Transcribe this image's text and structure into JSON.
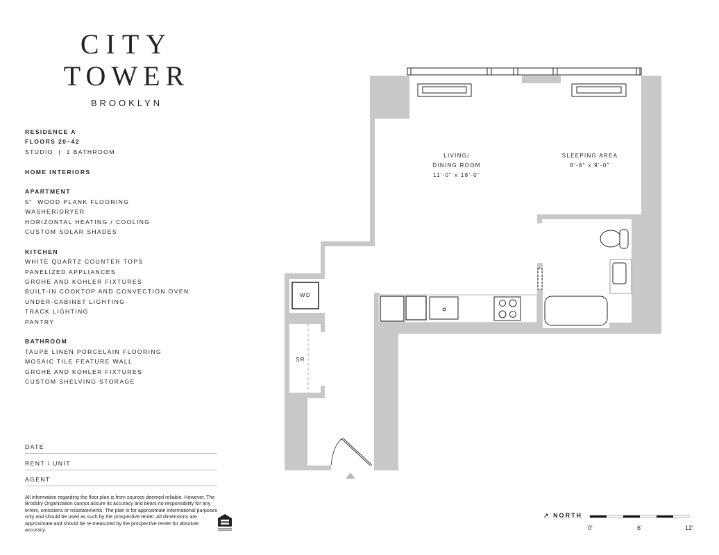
{
  "logo": {
    "line1": "CITY",
    "line2": "TOWER",
    "line3": "BROOKLYN"
  },
  "residence": {
    "name": "RESIDENCE A",
    "floors": "FLOORS 20–42",
    "type": "STUDIO  |  1 BATHROOM",
    "section_title": "HOME INTERIORS"
  },
  "sections": [
    {
      "title": "APARTMENT",
      "items": [
        "5\"  WOOD PLANK FLOORING",
        "WASHER/DRYER",
        "HORIZONTAL HEATING / COOLING",
        "CUSTOM SOLAR SHADES"
      ]
    },
    {
      "title": "KITCHEN",
      "items": [
        "WHITE QUARTZ COUNTER TOPS",
        "PANELIZED APPLIANCES",
        "GROHE AND KOHLER FIXTURES",
        "BUILT-IN COOKTOP AND CONVECTION OVEN",
        "UNDER-CABINET LIGHTING",
        "TRACK LIGHTING",
        "PANTRY"
      ]
    },
    {
      "title": "BATHROOM",
      "items": [
        "TAUPE LINEN PORCELAIN FLOORING",
        "MOSAIC TILE FEATURE WALL",
        "GROHE AND KOHLER FIXTURES",
        "CUSTOM SHELVING STORAGE"
      ]
    }
  ],
  "fields": {
    "date": "DATE",
    "rent_unit": "RENT / UNIT",
    "agent": "AGENT"
  },
  "disclaimer": "All information regarding the floor plan is from sources deemed reliable. However, The Brodsky Organization cannot assure its accuracy and bears no responsibility for any errors, omissions or misstatements. The plan is for approximate informational purposes only and should be used as such by the prospective renter. All dimensions are approximate and should be re-measured by the prospective renter for absolute accuracy.",
  "equal_housing_icon": "equal-housing-opportunity-icon",
  "plan": {
    "living": {
      "line1": "LIVING/",
      "line2": "DINING ROOM",
      "dims": "11'-0\" x 18'-0\""
    },
    "sleeping": {
      "line1": "SLEEPING AREA",
      "dims": "8'-8\" x 9'-0\""
    },
    "wd": "WD",
    "sr": "SR",
    "wall_color": "#c8c8c8"
  },
  "scale": {
    "north_label": "NORTH",
    "north_icon": "arrow-up-right-icon",
    "ticks": [
      "0'",
      "6'",
      "12'"
    ]
  }
}
